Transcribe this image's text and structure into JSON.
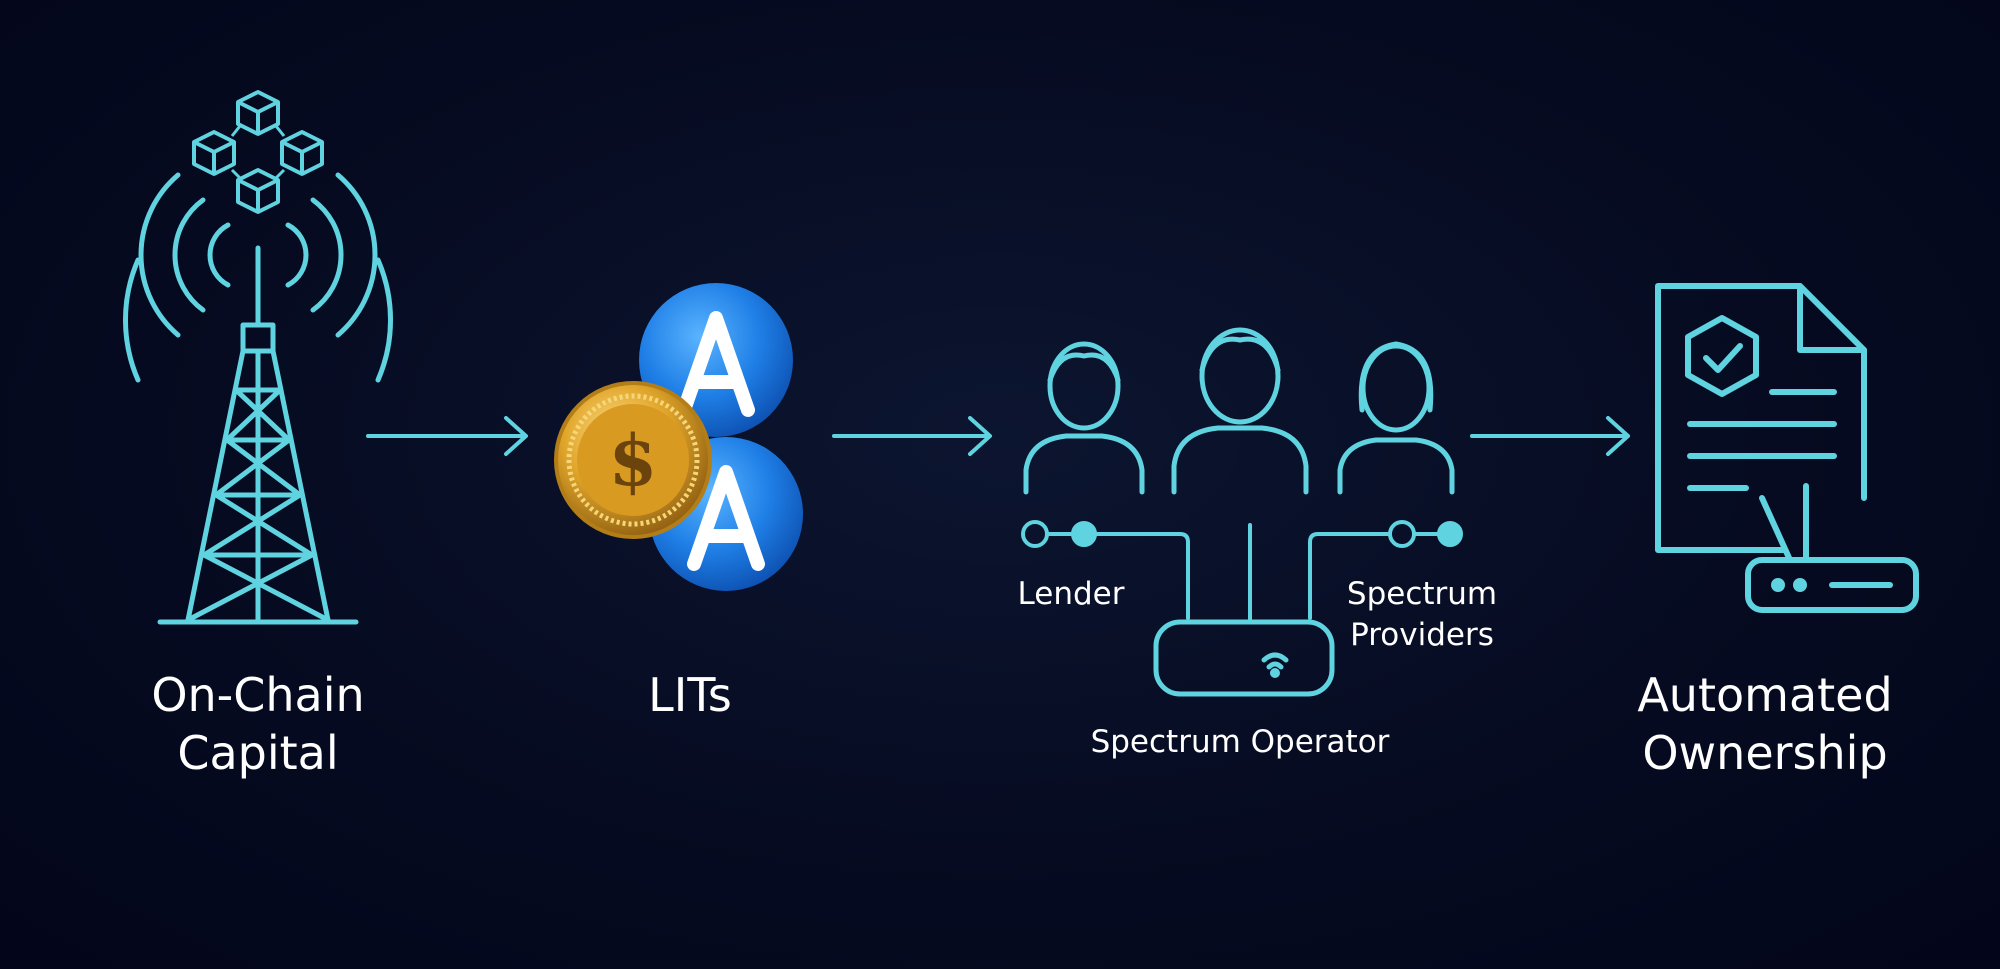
{
  "stages": {
    "capital": {
      "line1": "On-Chain",
      "line2": "Capital"
    },
    "lits": {
      "label": "LITs",
      "icons": [
        "coin-icon",
        "a-token-icon"
      ]
    },
    "operators": {
      "lender": "Lender",
      "providers_line1": "Spectrum",
      "providers_line2": "Providers",
      "operator": "Spectrum Operator"
    },
    "ownership": {
      "line1": "Automated",
      "line2": "Ownership"
    }
  },
  "icons": {
    "blockchain": "blockchain-cubes-icon",
    "tower": "cell-tower-icon",
    "people": "people-icon",
    "router": "router-icon",
    "document": "certificate-document-icon"
  },
  "colors": {
    "background": "#060b21",
    "line": "#5fd3df",
    "token_blue": "#1f7fe6",
    "coin_gold": "#e0a52a",
    "text": "#ffffff"
  }
}
